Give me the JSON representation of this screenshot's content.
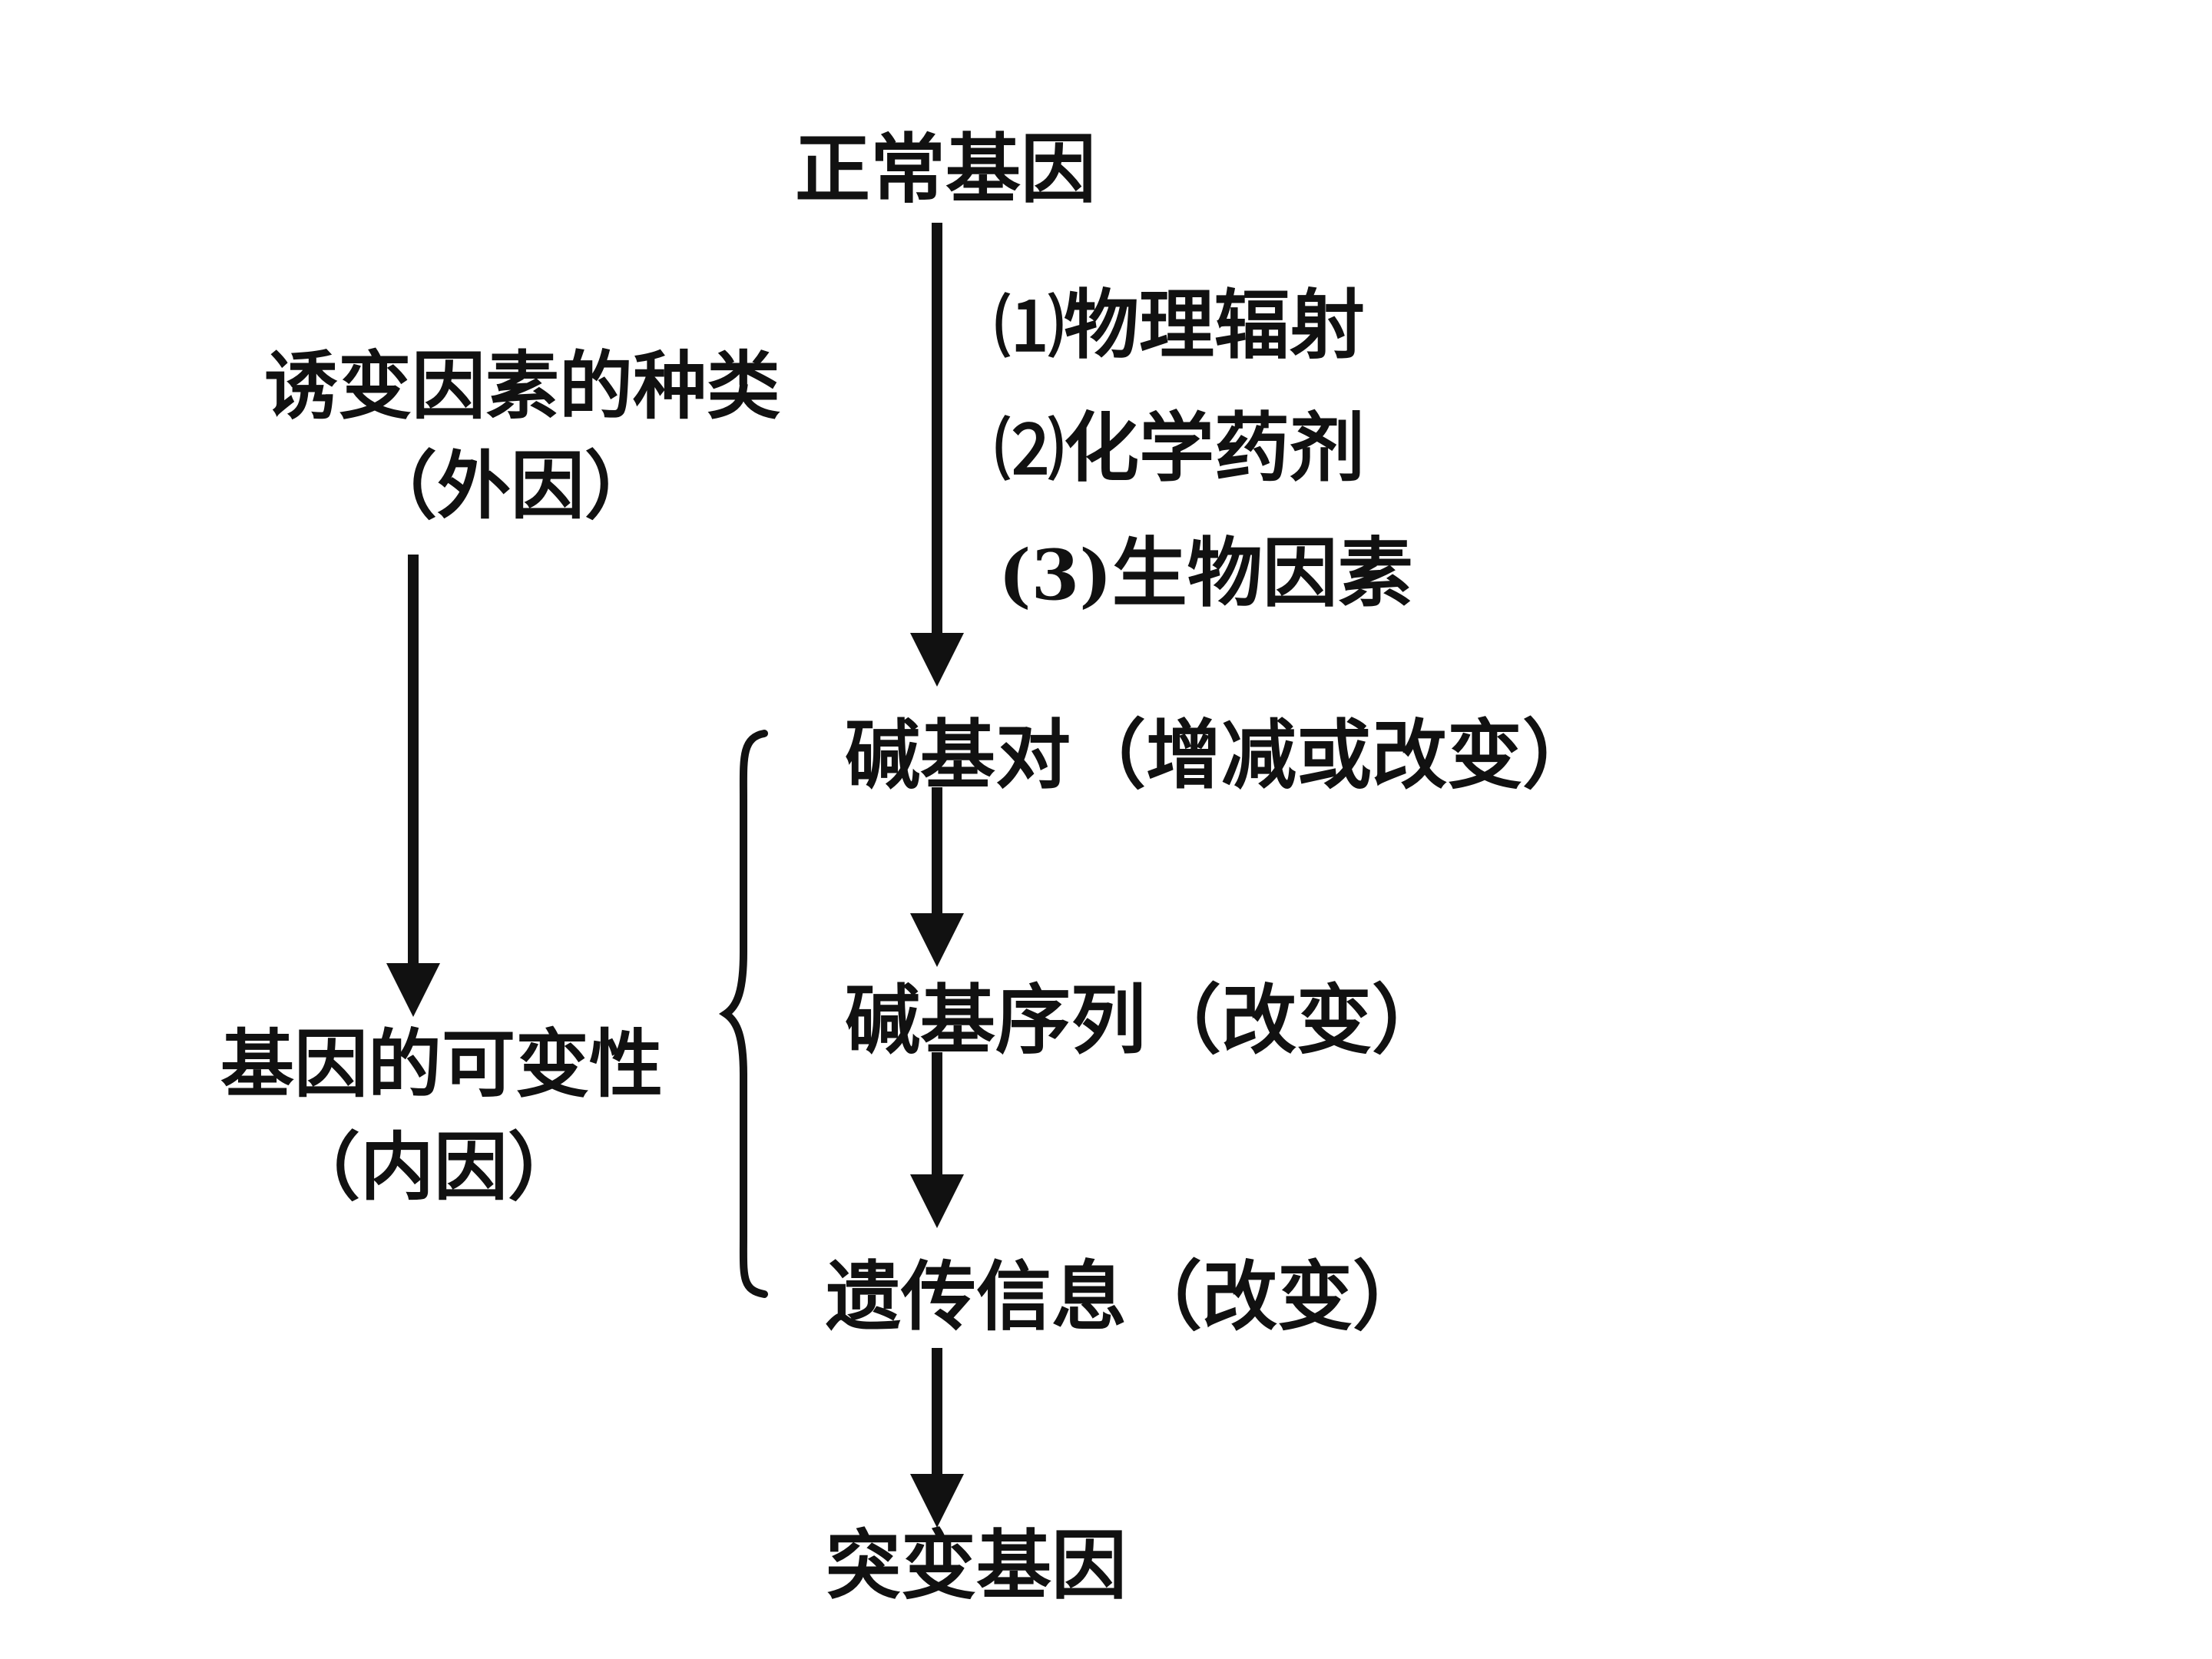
{
  "nodes": {
    "normal_gene": "正常基因",
    "base_pair": "碱基对（增减或改变）",
    "base_sequence": "碱基序列（改变）",
    "genetic_info": "遗传信息（改变）",
    "mutant_gene": "突变基因"
  },
  "causes": [
    {
      "num": "⑴",
      "text": "物理辐射"
    },
    {
      "num": "⑵",
      "text": "化学药剂"
    },
    {
      "num": "(3)",
      "text": "生物因素"
    }
  ],
  "external": {
    "title": "诱变因素的种类",
    "subtitle": "（外因）"
  },
  "internal": {
    "title": "基因的可变性",
    "subtitle": "（内因）"
  },
  "colors": {
    "line": "#111111",
    "text": "#111111",
    "background": "#ffffff"
  }
}
